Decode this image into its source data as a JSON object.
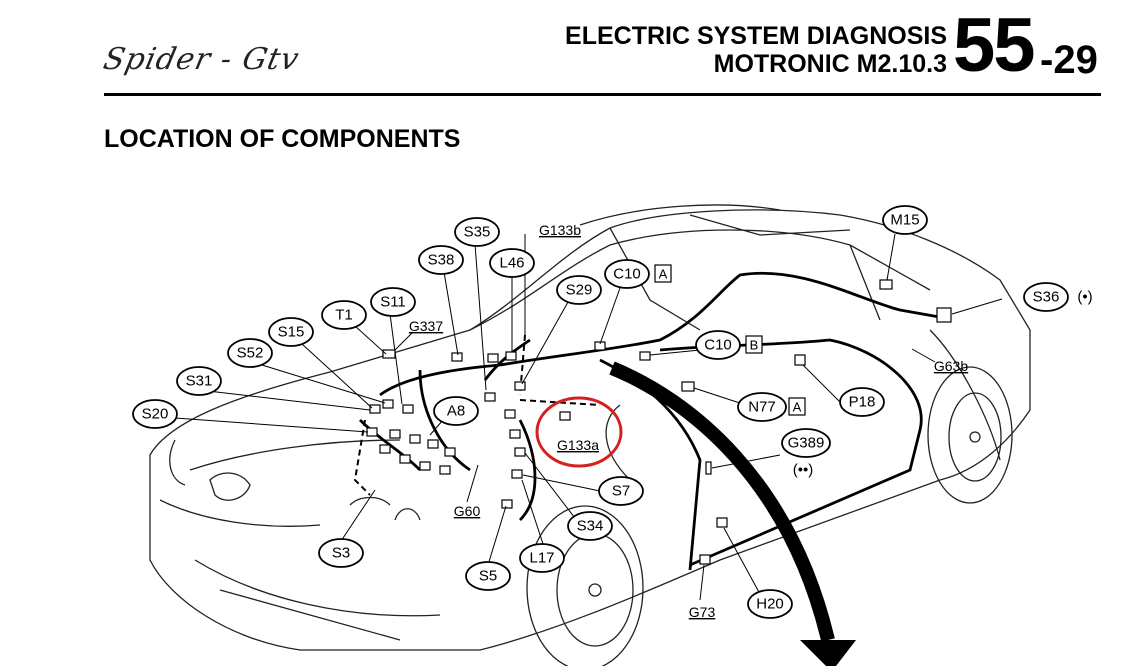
{
  "header": {
    "logo_text": "Spider - Gtv",
    "title_line1": "ELECTRIC SYSTEM DIAGNOSIS",
    "title_line2": "MOTRONIC M2.10.3",
    "page_section": "55",
    "page_number": "-29"
  },
  "section_title": "LOCATION OF COMPONENTS",
  "callouts": {
    "m15": "M15",
    "s35": "S35",
    "s38": "S38",
    "l46": "L46",
    "s29": "S29",
    "c10a": "C10",
    "s11": "S11",
    "t1": "T1",
    "s15": "S15",
    "s52": "S52",
    "s31": "S31",
    "s20": "S20",
    "a8": "A8",
    "c10b": "C10",
    "n77": "N77",
    "p18": "P18",
    "s36": "S36",
    "g389": "G389",
    "s7": "S7",
    "s34": "S34",
    "l17": "L17",
    "s5": "S5",
    "s3": "S3",
    "h20": "H20"
  },
  "box_letters": {
    "c10a": "A",
    "c10b": "B",
    "n77": "A"
  },
  "notes": {
    "s36": "(•)",
    "g389": "(••)"
  },
  "grounds": {
    "g133b": "G133b",
    "g337": "G337",
    "g63b": "G63b",
    "g133a": "G133a",
    "g60": "G60",
    "g73": "G73"
  },
  "highlight_color": "#d42020"
}
